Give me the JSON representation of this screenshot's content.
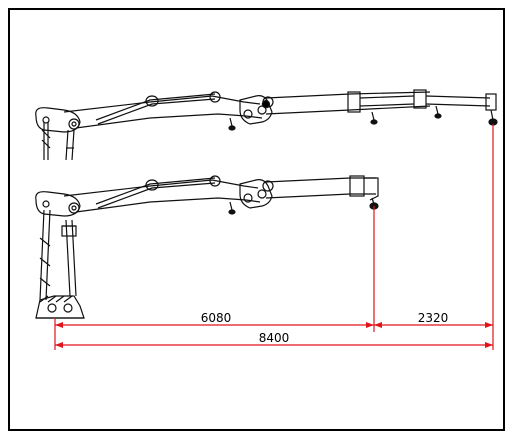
{
  "colors": {
    "frame": "#000000",
    "dimension": "#e0141c",
    "drawing": "#111111",
    "background": "#ffffff"
  },
  "dimensions": {
    "inner_reach": "6080",
    "extension": "2320",
    "total_reach": "8400"
  }
}
